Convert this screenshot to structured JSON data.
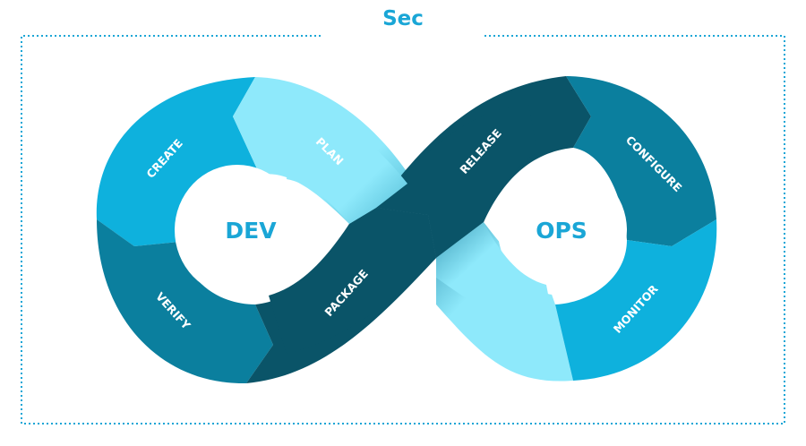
{
  "title": "Sec",
  "centers": {
    "left": "DEV",
    "right": "OPS"
  },
  "stages": {
    "plan": "PLAN",
    "create": "CREATE",
    "verify": "VERIFY",
    "package": "PACKAGE",
    "release": "RELEASE",
    "configure": "CONFIGURE",
    "monitor": "MONITOR"
  },
  "colors": {
    "accent": "#1aa6d6",
    "frame": "#1aa6d6",
    "plan": "#8ee9fb",
    "create": "#0eb1dd",
    "verify": "#0b7f9e",
    "package": "#0a5468",
    "release": "#0a5468",
    "configure": "#0b7f9e",
    "monitor": "#0eb1dd",
    "lower_band": "#8ee9fb"
  }
}
